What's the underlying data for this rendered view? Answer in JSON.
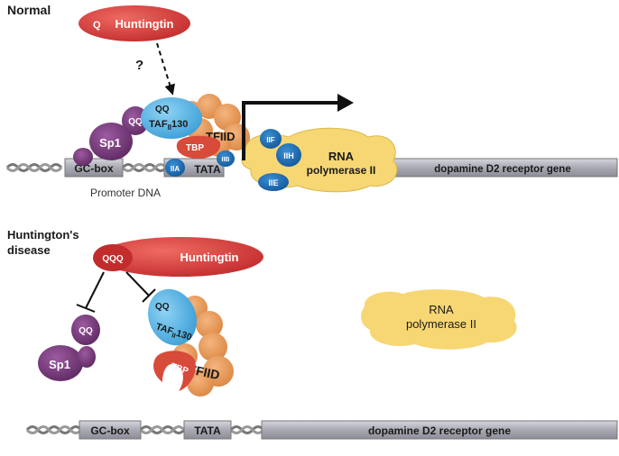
{
  "panels": {
    "normal": {
      "title": "Normal",
      "huntingtin": {
        "repeat": "Q",
        "label": "Huntingtin"
      },
      "question_mark": "?",
      "sp1": {
        "qq": "QQ",
        "label": "Sp1"
      },
      "taf": {
        "qq": "QQ",
        "label": "TAF",
        "sub": "II",
        "num": "130"
      },
      "tfiid": "TFIID",
      "tbp": "TBP",
      "iia": "IIA",
      "iib": "IIB",
      "iif": "IIF",
      "iih": "IIH",
      "iie": "IIE",
      "rnapol": {
        "line1": "RNA",
        "line2": "polymerase II"
      },
      "gc_box": "GC-box",
      "tata": "TATA",
      "gene": "dopamine D2 receptor gene",
      "promoter": "Promoter DNA"
    },
    "disease": {
      "title_line1": "Huntington's",
      "title_line2": "disease",
      "huntingtin": {
        "repeat": "QQQ",
        "label": "Huntingtin"
      },
      "sp1": {
        "qq": "QQ",
        "label": "Sp1"
      },
      "taf": {
        "qq": "QQ",
        "label": "TAF",
        "sub": "II",
        "num": "130"
      },
      "tfiid": "TFIID",
      "tbp": "TBP",
      "rnapol": {
        "line1": "RNA",
        "line2": "polymerase II"
      },
      "gc_box": "GC-box",
      "tata": "TATA",
      "gene": "dopamine D2 receptor gene"
    }
  },
  "colors": {
    "huntingtin_red": "#d9403f",
    "sp1_purple": "#7a3d7e",
    "taf_blue": "#5ab8e6",
    "tfiid_orange": "#e89556",
    "tbp_red": "#d84a3a",
    "factor_blue": "#1f6fb7",
    "rnapol_yellow": "#f7d774",
    "dna_gray": "#b7b7bf"
  }
}
